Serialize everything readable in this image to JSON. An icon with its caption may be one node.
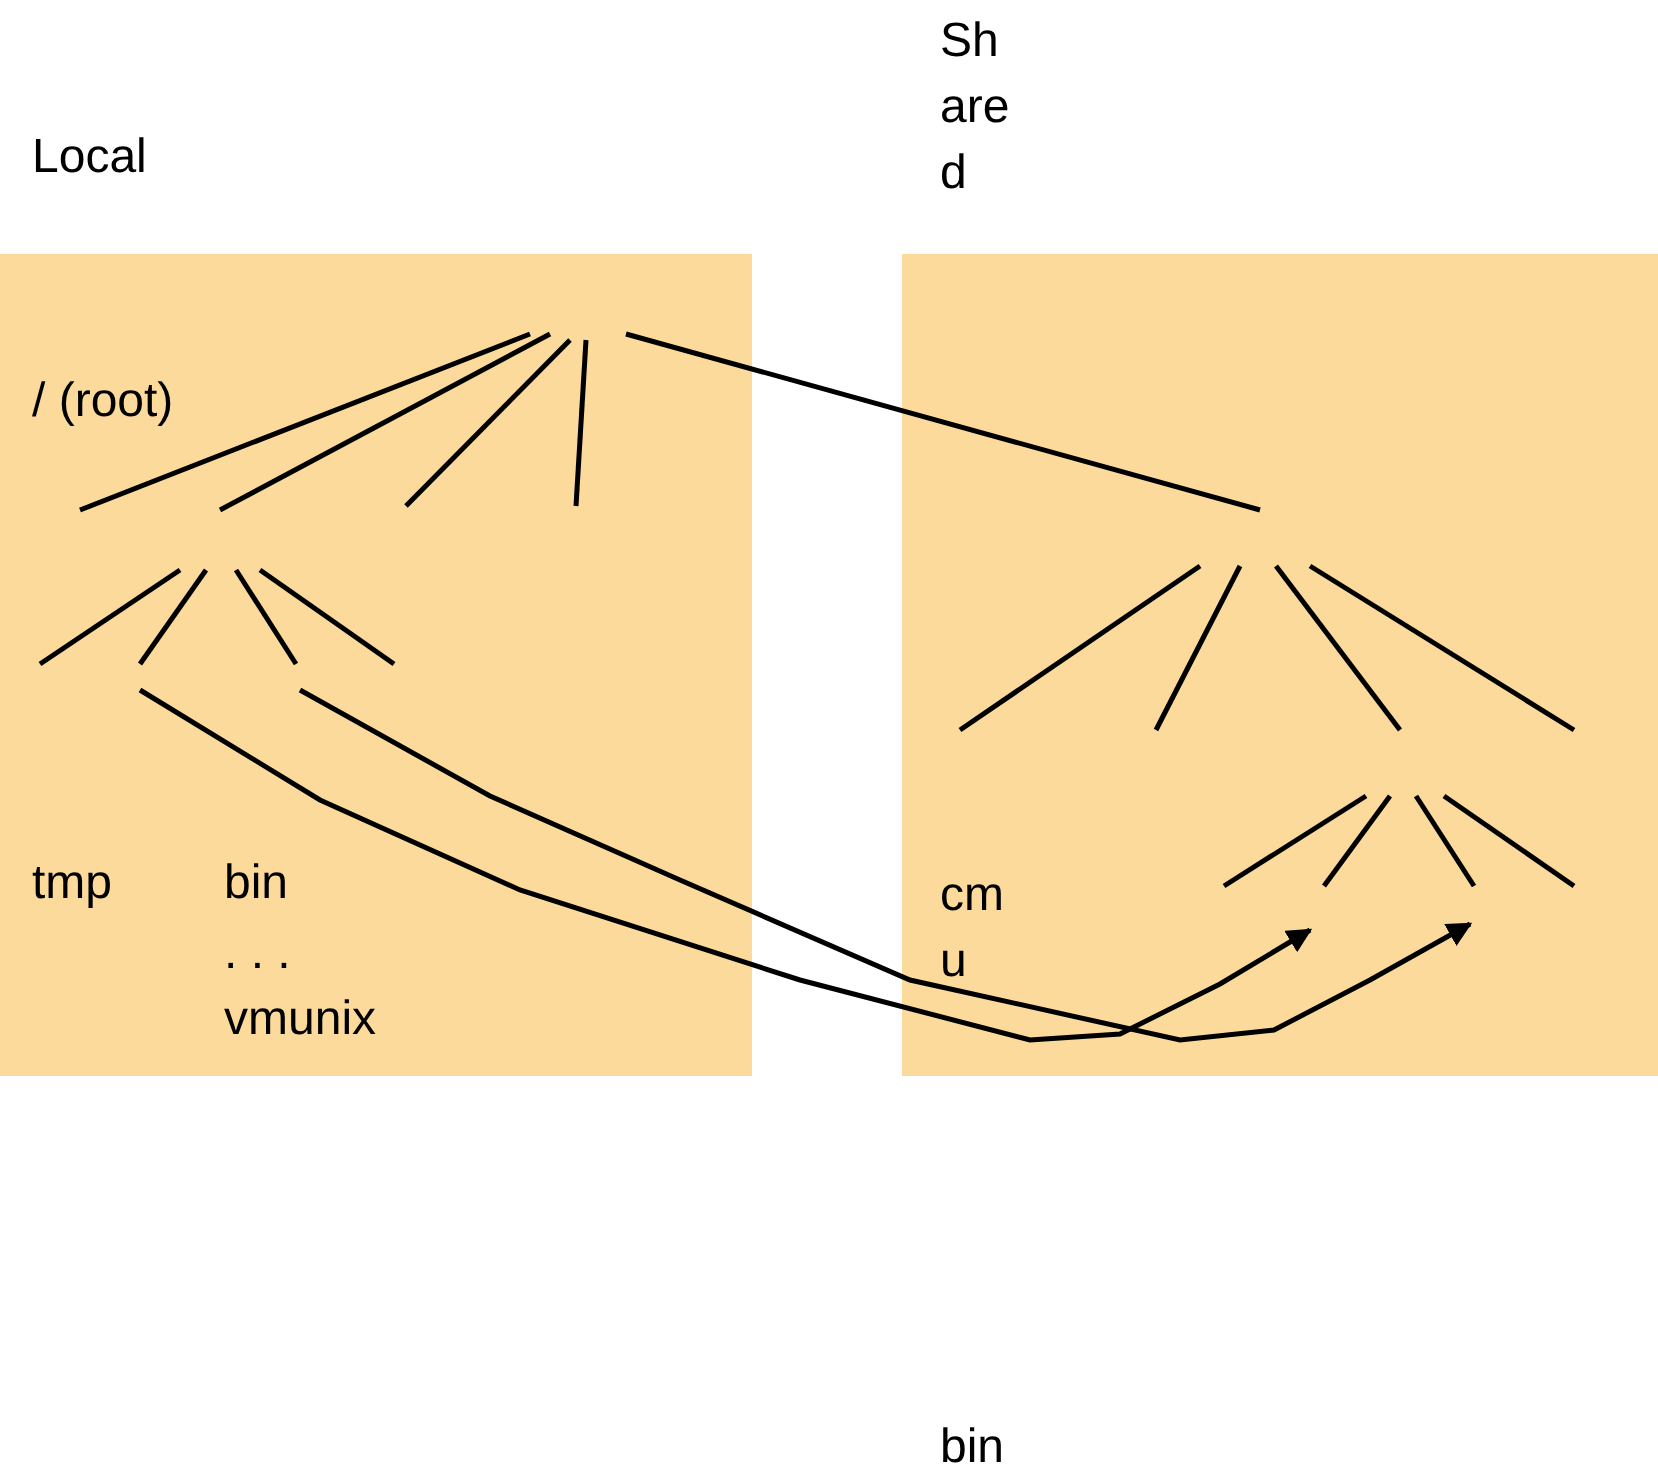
{
  "diagram": {
    "nodes": [
      {
        "text": [
          "Local",
          "/ (root)",
          "tmp",
          "bin",
          ". . .",
          "vmunix"
        ]
      },
      {
        "text": [
          "Shared",
          "cmu"
        ]
      }
    ],
    "edges": [
      {
        "from": 0,
        "to": 1,
        "arrow": "to"
      },
      {
        "from": 0,
        "to": 1,
        "arrow": "to"
      },
      {
        "from": 0,
        "to": 1,
        "arrow": "none"
      }
    ],
    "labels": [
      "bin"
    ]
  }
}
